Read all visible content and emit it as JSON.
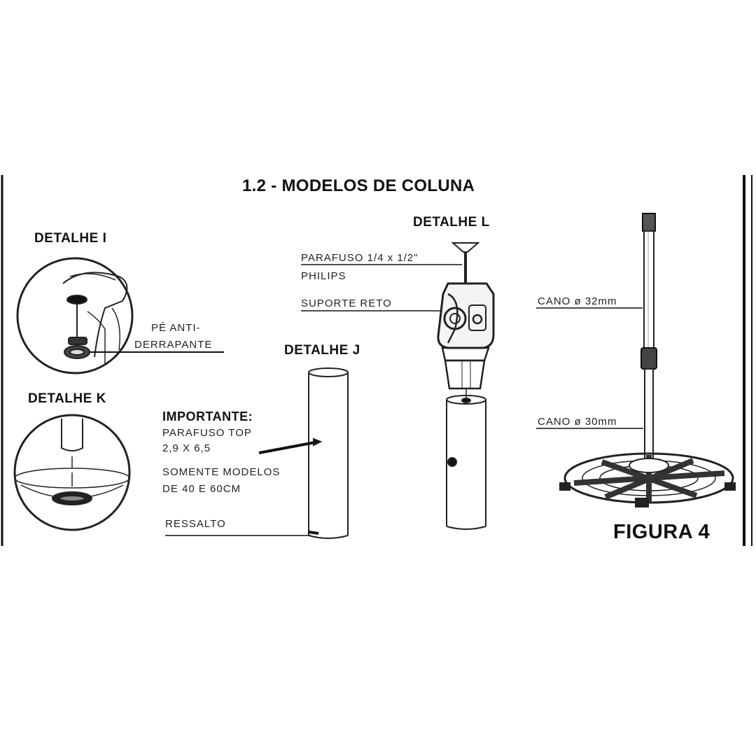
{
  "section_title": "1.2 - MODELOS DE COLUNA",
  "details": {
    "i": "DETALHE I",
    "j": "DETALHE J",
    "k": "DETALHE K",
    "l": "DETALHE L"
  },
  "labels": {
    "pe_anti_line1": "PÉ ANTI-",
    "pe_anti_line2": "DERRAPANTE",
    "parafuso_1_4_line1": "PARAFUSO 1/4 x 1/2\"",
    "parafuso_1_4_line2": "PHILIPS",
    "suporte_reto": "SUPORTE RETO",
    "cano_32": "CANO ø 32mm",
    "cano_30": "CANO ø 30mm",
    "importante": "IMPORTANTE:",
    "parafuso_top_line1": "PARAFUSO TOP",
    "parafuso_top_line2": "2,9 X 6,5",
    "somente_line1": "SOMENTE MODELOS",
    "somente_line2": "DE 40 E 60CM",
    "ressalto": "RESSALTO"
  },
  "figure_caption": "FIGURA 4"
}
